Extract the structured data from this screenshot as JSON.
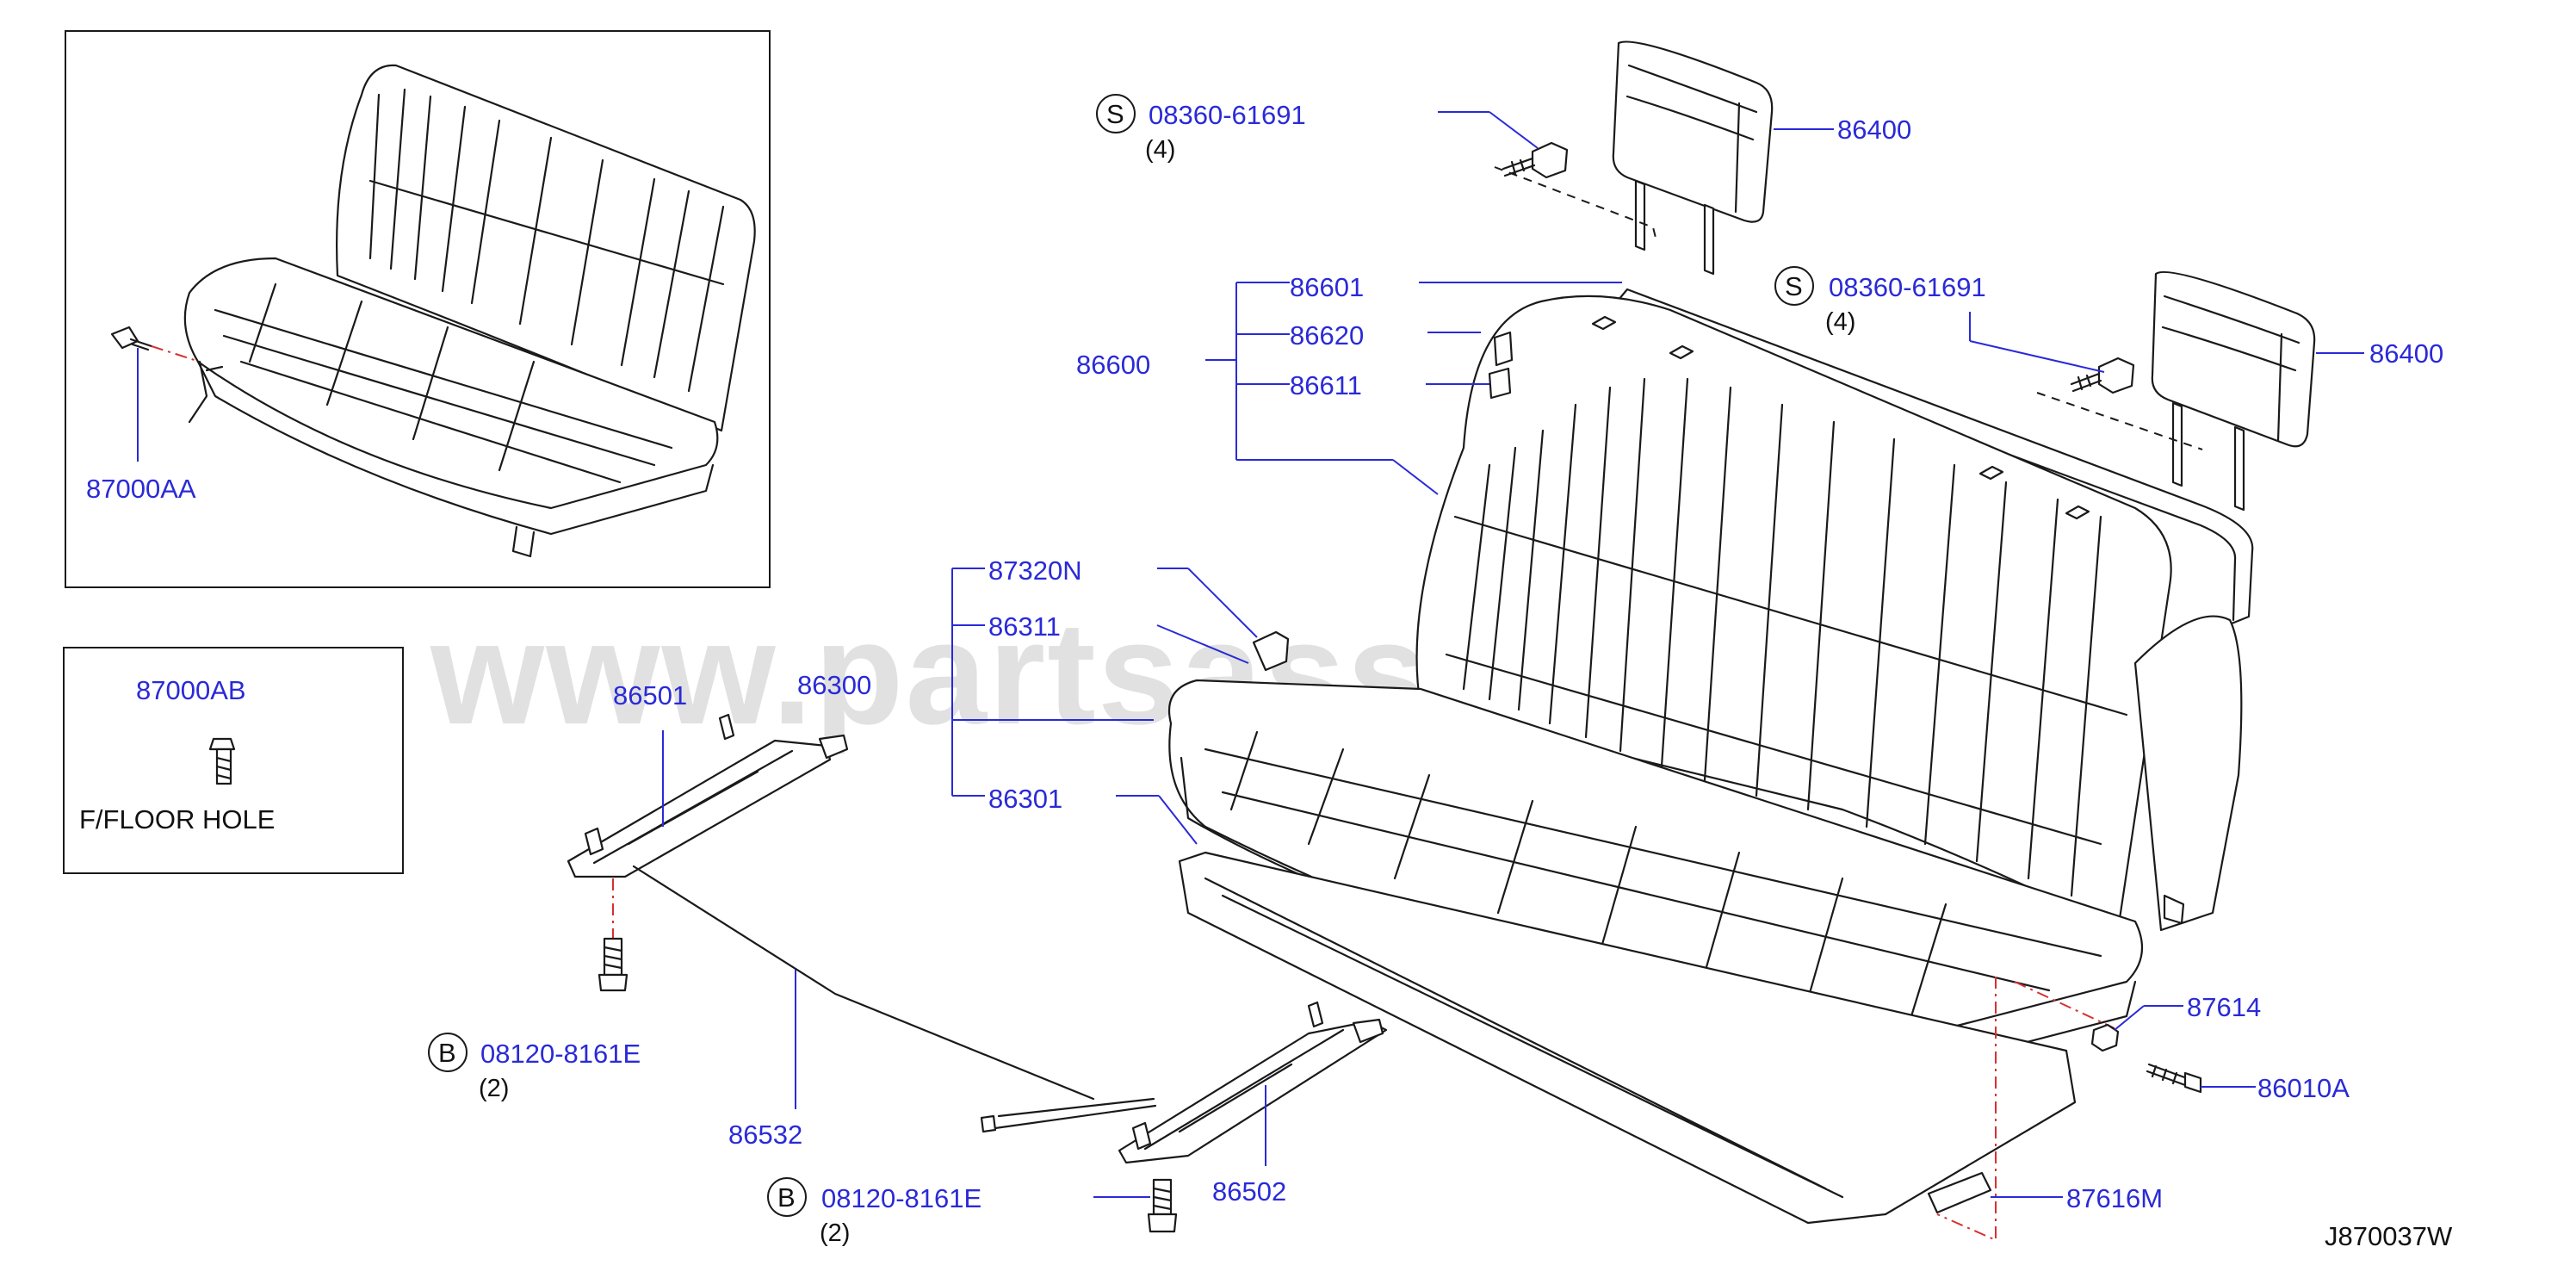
{
  "diagram_code": "J870037W",
  "watermark": "www.partsassistant.com",
  "colors": {
    "label": "#2a2ad8",
    "drawing": "#1a1a1a",
    "centerline": "#d83030"
  },
  "inset_top": {
    "part": "87000AA"
  },
  "inset_bottom": {
    "part": "87000AB",
    "note": "F/FLOOR   HOLE"
  },
  "headrests": [
    {
      "part": "86400",
      "bolt_badge": "S",
      "bolt_part": "08360-61691",
      "bolt_qty": "(4)"
    },
    {
      "part": "86400",
      "bolt_badge": "S",
      "bolt_part": "08360-61691",
      "bolt_qty": "(4)"
    }
  ],
  "seatback": {
    "assembly": "86600",
    "parts": [
      "86601",
      "86620",
      "86611"
    ]
  },
  "cushion": {
    "assembly": "86300",
    "parts": [
      "87320N",
      "86311",
      "86301"
    ]
  },
  "adjusters": [
    {
      "part": "86501",
      "bolt_badge": "B",
      "bolt_part": "08120-8161E",
      "bolt_qty": "(2)"
    },
    {
      "part": "86502",
      "bolt_badge": "B",
      "bolt_part": "08120-8161E",
      "bolt_qty": "(2)"
    }
  ],
  "rod": {
    "part": "86532"
  },
  "hardware": [
    "87614",
    "86010A",
    "87616M"
  ]
}
